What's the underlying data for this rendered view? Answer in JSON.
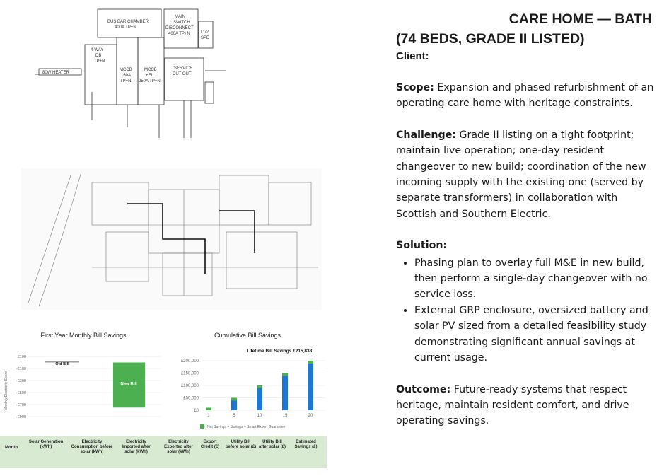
{
  "title": {
    "line1": "CARE HOME — BATH",
    "line2": "(74 BEDS, GRADE II LISTED)"
  },
  "client": {
    "label": "Client:"
  },
  "scope": {
    "label": "Scope:",
    "text": " Expansion and phased refurbishment of an operating care home with heritage constraints."
  },
  "challenge": {
    "label": "Challenge:",
    "text": " Grade II listing on a tight footprint; maintain live operation; one-day resident changeover to new build; coordination of the new incoming supply with the existing one (served by separate transformers) in collaboration with Scottish and Southern Electric."
  },
  "solution": {
    "label": "Solution:",
    "bullets": [
      "Phasing plan to overlay full M&E in new build, then perform a single-day changeover with no service loss.",
      "External GRP enclosure, oversized battery and solar PV sized from a detailed feasibility study demonstrating significant annual savings at current usage."
    ]
  },
  "outcome": {
    "label": "Outcome:",
    "text": " Future-ready systems that respect heritage, maintain resident comfort, and drive operating savings."
  },
  "diagram": {
    "busbar": [
      "BUS BAR CHAMBER",
      "400A TP+N"
    ],
    "main_switch": [
      "MAIN",
      "SWITCH",
      "DISCONNECT",
      "400A TP+N"
    ],
    "spd": [
      "T1/2",
      "SPD"
    ],
    "db4": [
      "4-WAY",
      "DB",
      "TP+N"
    ],
    "mccb1": [
      "MCCB",
      "160A",
      "TP+N"
    ],
    "mccb2": [
      "MCCB",
      "+EL",
      "250A TP+N"
    ],
    "service": [
      "SERVICE",
      "CUT OUT"
    ],
    "heater": "80W HEATER"
  },
  "chart_data": [
    {
      "type": "bar",
      "title": "First Year Monthly Bill Savings",
      "ylabel": "Monthly Electricity Spend",
      "ytick_labels": [
        "£100",
        "-£100",
        "-£300",
        "-£500",
        "-£700",
        "-£900"
      ],
      "series": [
        {
          "name": "Old Bill",
          "values": [
            20
          ]
        },
        {
          "name": "New Bill",
          "values": [
            -750
          ]
        }
      ],
      "colors": {
        "old": "#9e9e9e",
        "new": "#4caf50"
      }
    },
    {
      "type": "bar",
      "title": "Cumulative Bill Savings",
      "annotation": "Lifetime Bill Savings £215,838",
      "categories": [
        "1",
        "5",
        "10",
        "15",
        "20"
      ],
      "values": [
        10000,
        50000,
        100000,
        150000,
        200000
      ],
      "ylim": [
        0,
        200000
      ],
      "ytick_labels": [
        "£200,000",
        "£150,000",
        "£100,000",
        "£50,000",
        "£0"
      ],
      "legend": "Net Savings = Savings + Smart Export Guarantee",
      "colors": {
        "bar": "#1f77d4",
        "top": "#4caf50"
      }
    }
  ],
  "table": {
    "headers": [
      "Month",
      "Solar Generation (kWh)",
      "Electricity Consumption before solar (kWh)",
      "Electricity Imported after solar (kWh)",
      "Electricity Exported after solar (kWh)",
      "Export Credit (£)",
      "Utility Bill before solar (£)",
      "Utility Bill after solar (£)",
      "Estimated Savings (£)"
    ]
  }
}
